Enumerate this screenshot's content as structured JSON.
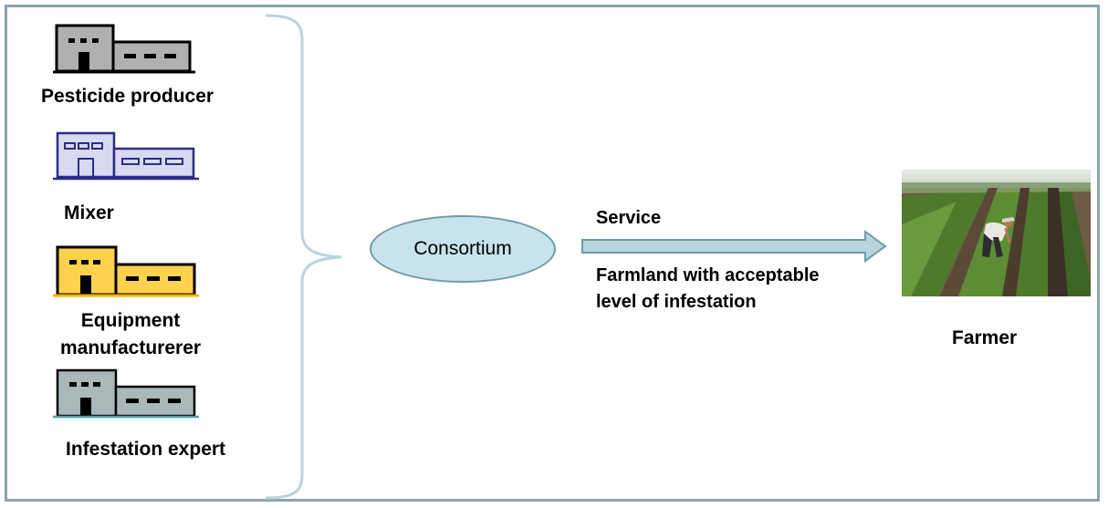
{
  "providers": [
    {
      "label": "Pesticide producer",
      "icon": "factory-icon",
      "color": "#b0b0b0"
    },
    {
      "label": "Mixer",
      "icon": "factory-icon",
      "color": "#d8daf0"
    },
    {
      "label": "Equipment\nmanufacturerer",
      "icon": "factory-icon",
      "color": "#ffd24d"
    },
    {
      "label": "Infestation expert",
      "icon": "factory-icon",
      "color": "#a9b8b8"
    }
  ],
  "consortium": {
    "label": "Consortium"
  },
  "service": {
    "label": "Service",
    "description": "Farmland with acceptable\nlevel of infestation"
  },
  "recipient": {
    "label": "Farmer",
    "image": "farmer-field-photo"
  },
  "colors": {
    "frame": "#8fa3ab",
    "brace": "#b8d4dc",
    "ellipse_fill": "#c7e3ec",
    "arrow_fill": "#b8d4dc",
    "arrow_stroke": "#6e9aa8"
  }
}
